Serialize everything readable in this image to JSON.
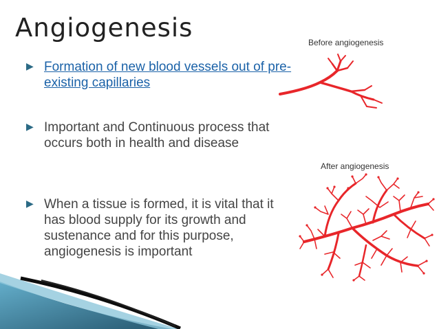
{
  "slide": {
    "title": "Angiogenesis",
    "bullets": [
      {
        "text": "Formation of new blood vessels out of pre-existing capillaries",
        "is_link": true
      },
      {
        "text": "Important and Continuous process that occurs both in health and disease",
        "is_link": false
      },
      {
        "text": "When a tissue is formed, it is vital that it has blood supply for its growth and sustenance and for this purpose, angiogenesis is important",
        "is_link": false
      }
    ],
    "images": {
      "before_label": "Before angiogenesis",
      "after_label": "After angiogenesis"
    },
    "colors": {
      "accent": "#2b6a85",
      "link": "#1b62a8",
      "vessel": "#e8262a",
      "text": "#444444"
    },
    "icons": {
      "bullet": "triangle-right-icon"
    }
  }
}
